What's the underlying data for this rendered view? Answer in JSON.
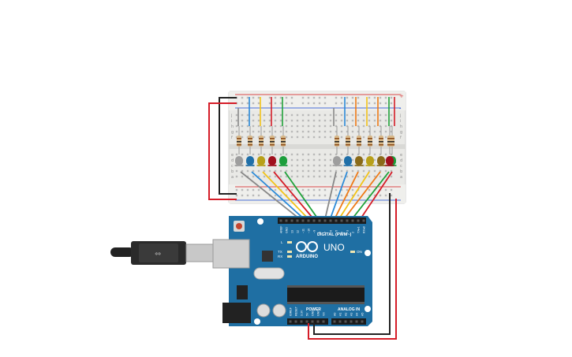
{
  "board": {
    "brand_text": "ARDUINO",
    "model_text": "UNO",
    "digital_label": "DIGITAL (PWM~)",
    "power_label": "POWER",
    "analog_label": "ANALOG IN",
    "on_label": "ON",
    "tx_label": "TX",
    "rx_label": "RX",
    "l_label": "L",
    "digital_pins": [
      "AREF",
      "GND",
      "13",
      "12",
      "~11",
      "~10",
      "~9",
      "8",
      "7",
      "~6",
      "~5",
      "4",
      "~3",
      "2",
      "TX▸1",
      "RX◂0"
    ],
    "power_pins": [
      "IOREF",
      "RESET",
      "3.3V",
      "5V",
      "GND",
      "GND",
      "Vin"
    ],
    "analog_pins": [
      "A0",
      "A1",
      "A2",
      "A3",
      "A4",
      "A5"
    ]
  },
  "breadboard": {
    "row_letters_top": [
      "j",
      "i",
      "h",
      "g",
      "f"
    ],
    "row_letters_bottom": [
      "e",
      "d",
      "c",
      "b",
      "a"
    ],
    "rail_plus": "+",
    "rail_minus": "-"
  },
  "leds": {
    "left_group": [
      "#9e9e9e",
      "#1f6fa8",
      "#b8a019",
      "#a0101d",
      "#1c9e3b"
    ],
    "right_group": [
      "#9e9e9e",
      "#1f6fa8",
      "#8a6a18",
      "#b8a019",
      "#8a6a18",
      "#1c9e3b",
      "#a0101d"
    ]
  },
  "wire_colors": {
    "red": "#d51d28",
    "black": "#222222",
    "gray": "#888888",
    "blue": "#2b8ad8",
    "yellow": "#f2c318",
    "orange": "#ee7a16",
    "green": "#20a23a",
    "rail_red": "#d51d28"
  }
}
